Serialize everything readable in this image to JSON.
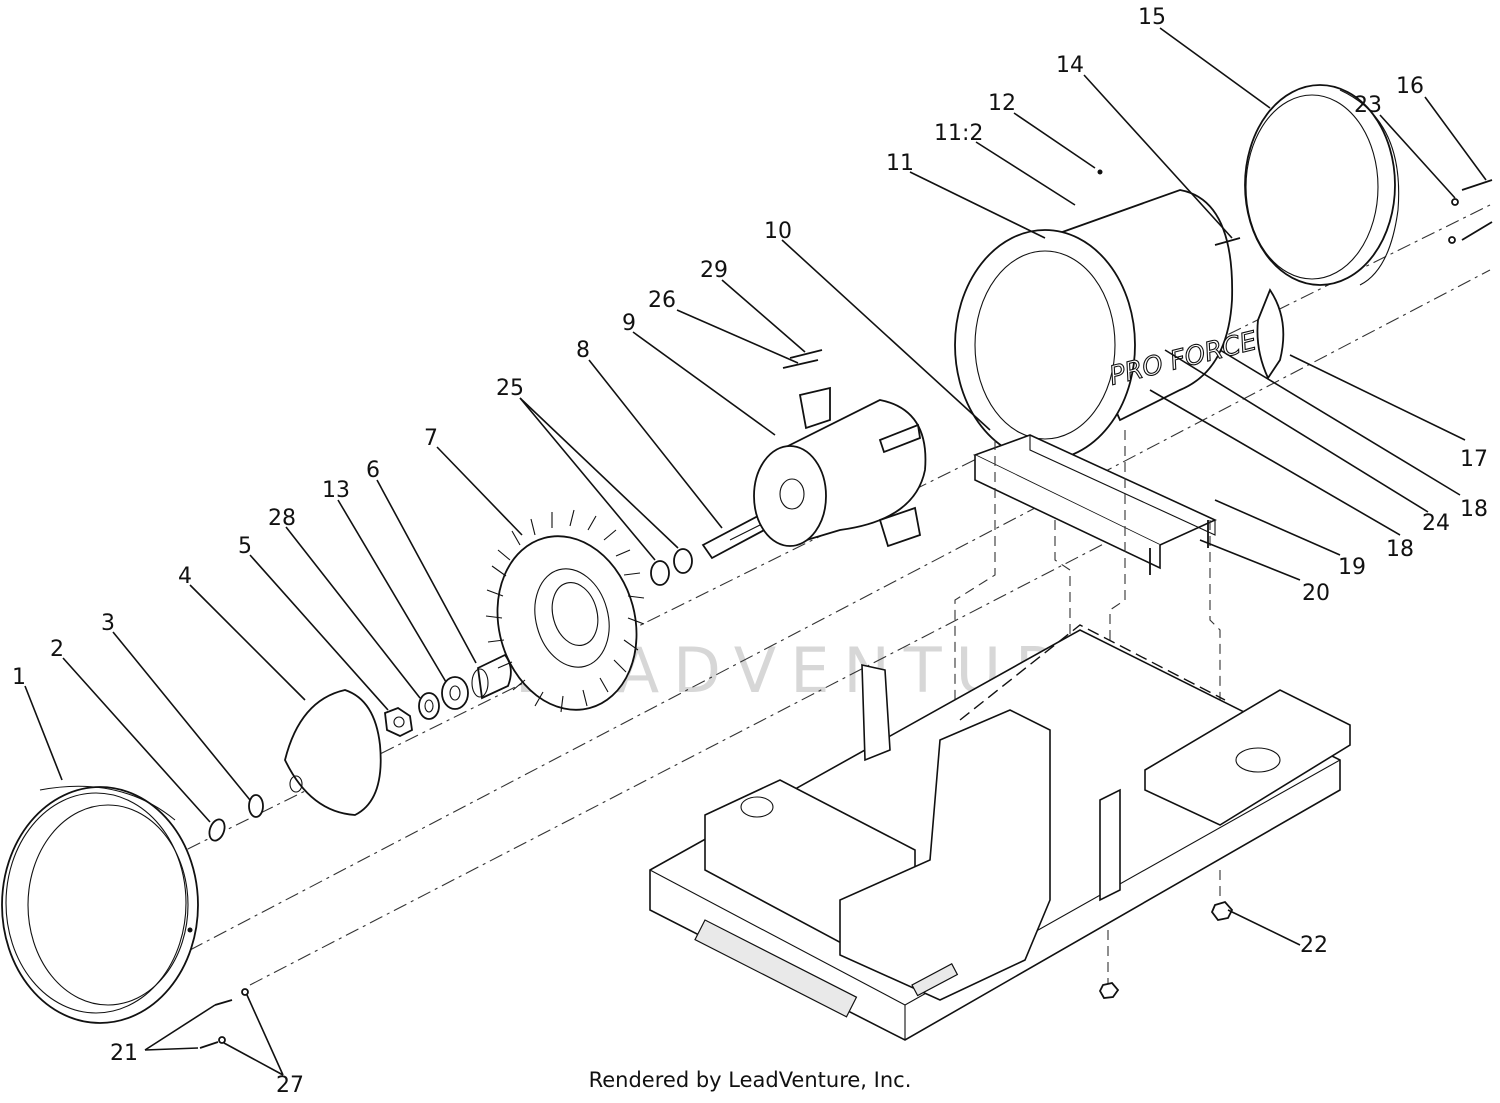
{
  "diagram": {
    "watermark_text": "LEADVENTURE",
    "housing_brand_text": "PRO FORCE",
    "footer": "Rendered by LeadVenture, Inc.",
    "callouts": {
      "c1": "1",
      "c2": "2",
      "c3": "3",
      "c4": "4",
      "c5": "5",
      "c6": "6",
      "c7": "7",
      "c8": "8",
      "c9": "9",
      "c10": "10",
      "c11": "11",
      "c11_2": "11:2",
      "c12": "12",
      "c13": "13",
      "c14": "14",
      "c15": "15",
      "c16": "16",
      "c17": "17",
      "c18a": "18",
      "c18b": "18",
      "c19": "19",
      "c20": "20",
      "c21": "21",
      "c22": "22",
      "c23": "23",
      "c24": "24",
      "c25": "25",
      "c26": "26",
      "c27": "27",
      "c28": "28",
      "c29": "29"
    }
  }
}
